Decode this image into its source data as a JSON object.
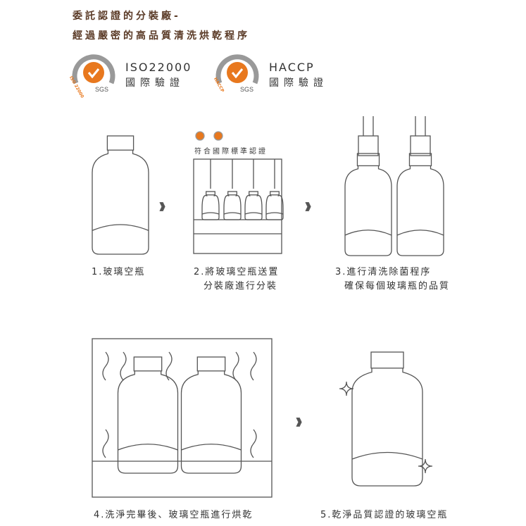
{
  "header": {
    "line1": "委託認證的分裝廠-",
    "line2": "經過嚴密的高品質清洗烘乾程序"
  },
  "certs": [
    {
      "name": "ISO22000",
      "sub": "國際驗證",
      "badge": "SGS",
      "ring": "ISO 22000"
    },
    {
      "name": "HACCP",
      "sub": "國際驗證",
      "badge": "SGS",
      "ring": "HACCP"
    }
  ],
  "steps": {
    "s1": "1.玻璃空瓶",
    "s2a": "2.將玻璃空瓶送置",
    "s2b": "分裝廠進行分裝",
    "s2label": "符合國際標準認證",
    "s3a": "3.進行清洗除菌程序",
    "s3b": "確保每個玻璃瓶的品質",
    "s4": "4.洗淨完畢後、玻璃空瓶進行烘乾",
    "s5": "5.乾淨品質認證的玻璃空瓶"
  },
  "arrow": "》》》",
  "colors": {
    "accent": "#e8781e",
    "title": "#5a3a26",
    "line": "#555555"
  }
}
